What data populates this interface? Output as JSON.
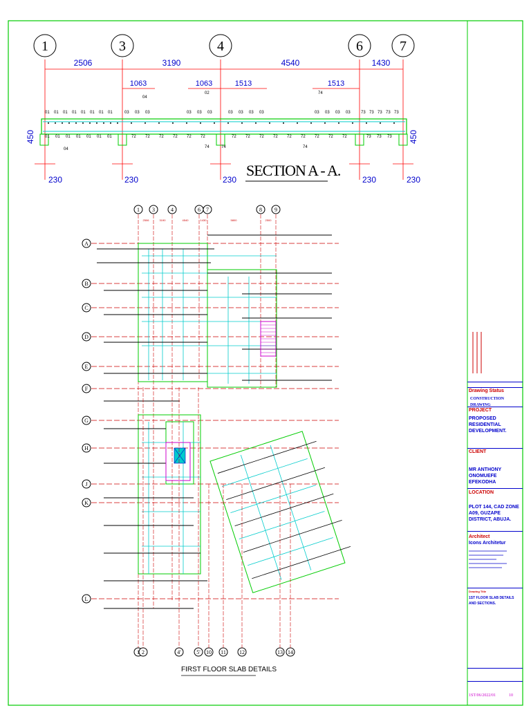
{
  "section": {
    "title": "SECTION A - A.",
    "grid_bubbles": [
      "1",
      "3",
      "4",
      "6",
      "7"
    ],
    "top_dims": [
      "2506",
      "3190",
      "4540",
      "1430"
    ],
    "sub_dims": [
      "1063",
      "1063",
      "1513",
      "1513"
    ],
    "depth_dim": "450",
    "support_width": "230",
    "bar_mark_top_left": "01",
    "bar_mark_mid": "03",
    "bar_mark_right": "73",
    "bar_mark_bottom": "72",
    "note_04": "04",
    "note_02": "02",
    "note_74": "74"
  },
  "plan": {
    "title": "FIRST FLOOR SLAB DETAILS",
    "top_bubbles": [
      "1",
      "3",
      "4",
      "6",
      "7",
      "8",
      "9"
    ],
    "top_dims": [
      "2506",
      "3190",
      "4540",
      "1430",
      "5800",
      "2500"
    ],
    "row_bubbles": [
      "A",
      "B",
      "C",
      "D",
      "E",
      "F",
      "G",
      "H",
      "J",
      "K",
      "L"
    ],
    "bottom_bubbles": [
      "1",
      "2",
      "4'",
      "5'",
      "10",
      "11",
      "12",
      "13",
      "14"
    ]
  },
  "title_block": {
    "drawing_status_label": "Drawing Status",
    "drawing_status": "CONSTRUCTION DRAWING",
    "project_label": "PROJECT",
    "project": "PROPOSED RESIDENTIAL DEVELOPMENT.",
    "client_label": "CLIENT",
    "client": "MR ANTHONY ONOMUEFE EFEKODHA",
    "location_label": "LOCATION",
    "location": "PLOT 144, CAD ZONE A09, GUZAPE DISTRICT, ABUJA.",
    "architect_label": "Architect",
    "architect": "Icons Architetur",
    "drawing_title_label": "Drawing Title",
    "drawing_title": "1ST FLOOR SLAB DETAILS AND SECTIONS.",
    "sheet_ref": "1ST/06/2022/01",
    "sheet_no": "10"
  }
}
